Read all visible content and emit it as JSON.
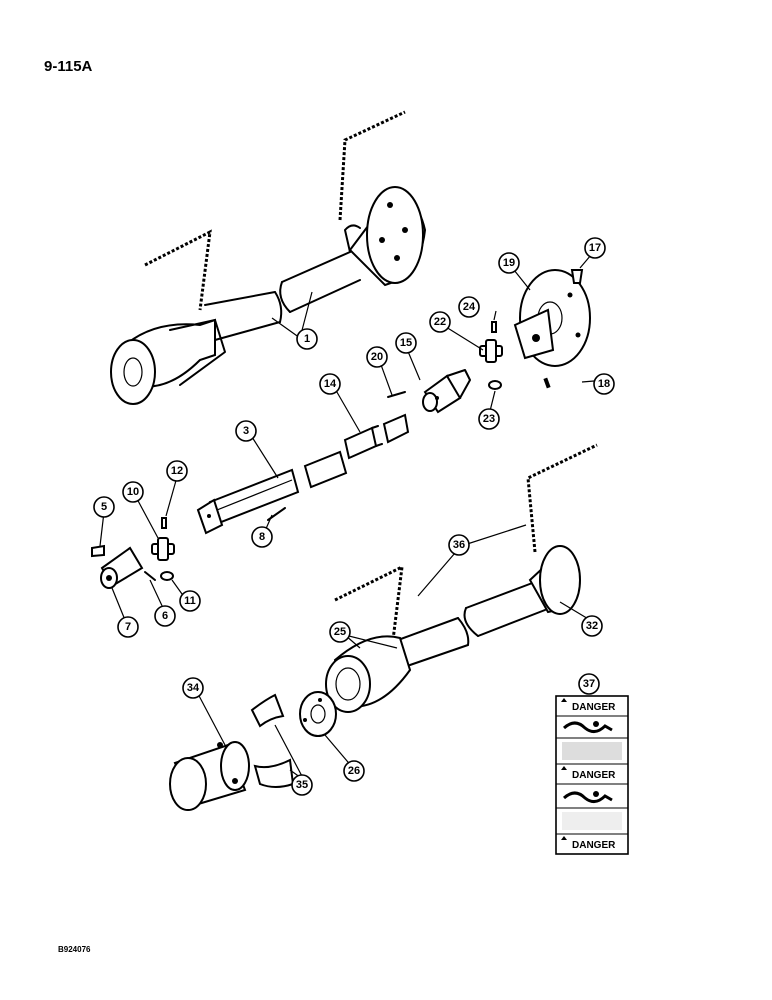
{
  "page": {
    "number": "9-115A",
    "ref_code": "B924076"
  },
  "callouts": [
    "1",
    "3",
    "5",
    "6",
    "7",
    "8",
    "10",
    "11",
    "12",
    "14",
    "15",
    "17",
    "18",
    "19",
    "20",
    "22",
    "23",
    "24",
    "25",
    "26",
    "32",
    "34",
    "35",
    "36",
    "37"
  ],
  "decal": {
    "danger_label": "DANGER"
  }
}
